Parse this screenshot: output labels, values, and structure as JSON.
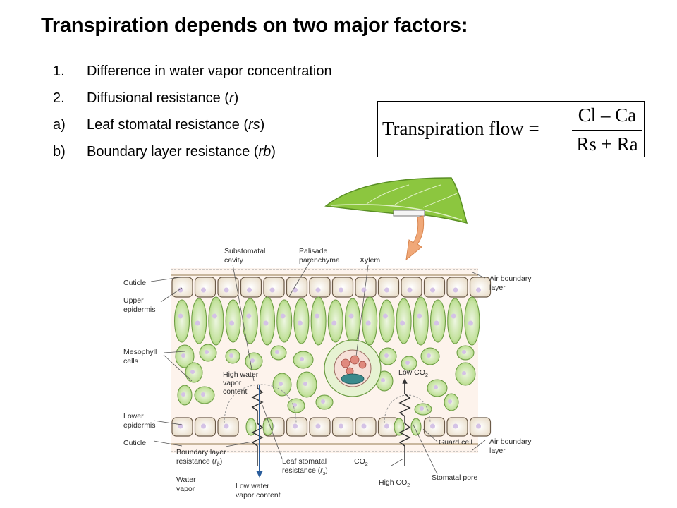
{
  "title": "Transpiration depends on two major factors:",
  "list": [
    {
      "marker": "1.",
      "text": "Difference in water vapor concentration"
    },
    {
      "marker": "2.",
      "text": "Diffusional resistance (",
      "italic": "r",
      "after": ")"
    },
    {
      "marker": "a)",
      "text": "Leaf stomatal resistance (",
      "italic": "rs",
      "after": ")"
    },
    {
      "marker": "b)",
      "text": "Boundary layer resistance (",
      "italic": "rb",
      "after": ")"
    }
  ],
  "formula": {
    "lhs": "Transpiration flow =",
    "numerator": "Cl – Ca",
    "denominator": "Rs + Ra"
  },
  "labels": {
    "substomatal_1": "Substomatal",
    "substomatal_2": "cavity",
    "palisade_1": "Palisade",
    "palisade_2": "parenchyma",
    "xylem": "Xylem",
    "cuticle_top": "Cuticle",
    "upper_epidermis_1": "Upper",
    "upper_epidermis_2": "epidermis",
    "mesophyll_1": "Mesophyll",
    "mesophyll_2": "cells",
    "high_water_1": "High water",
    "high_water_2": "vapor",
    "high_water_3": "content",
    "low_co2": "Low CO",
    "lower_epidermis_1": "Lower",
    "lower_epidermis_2": "epidermis",
    "cuticle_bottom": "Cuticle",
    "air_boundary_top_1": "Air boundary",
    "air_boundary_top_2": "layer",
    "air_boundary_bottom_1": "Air boundary",
    "air_boundary_bottom_2": "layer",
    "boundary_res_1": "Boundary layer",
    "boundary_res_2": "resistance (",
    "boundary_res_sym": "r",
    "boundary_res_sub": "b",
    "stomatal_res_1": "Leaf stomatal",
    "stomatal_res_2": "resistance (",
    "stomatal_res_sym": "r",
    "stomatal_res_sub": "s",
    "guard_cell": "Guard cell",
    "co2": "CO",
    "stomatal_pore": "Stomatal pore",
    "water_vapor_1": "Water",
    "water_vapor_2": "vapor",
    "low_water_1": "Low water",
    "low_water_2": "vapor content",
    "high_co2": "High CO",
    "sub2": "2",
    "close_paren": ")"
  },
  "colors": {
    "leaf_green": "#8cc63f",
    "cell_green": "#b7dc8a",
    "cell_light": "#e6f2d2",
    "nucleus": "#d4c2e6",
    "epidermis_fill": "#efe4d3",
    "epidermis_stroke": "#6b5a48",
    "xylem_red": "#e08a7e",
    "phloem_teal": "#3a8a8c",
    "arrow_blue": "#2a5d9c",
    "pointer_orange": "#f0a878"
  }
}
